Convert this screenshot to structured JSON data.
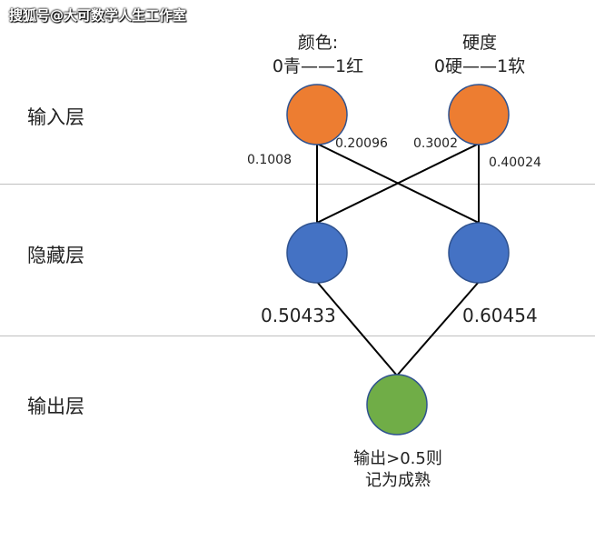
{
  "watermark": "搜狐号@大可数学人生工作室",
  "layers": {
    "input": "输入层",
    "hidden": "隐藏层",
    "output": "输出层"
  },
  "features": {
    "color": {
      "line1": "颜色:",
      "line2": "0青——1红"
    },
    "hardness": {
      "line1": "硬度",
      "line2": "0硬——1软"
    }
  },
  "weights": {
    "w_color_hidden1": "0.1008",
    "w_color_hidden2": "0.20096",
    "w_hard_hidden1": "0.3002",
    "w_hard_hidden2": "0.40024",
    "w_hidden1_out": "0.50433",
    "w_hidden2_out": "0.60454"
  },
  "output_note": {
    "line1": "输出>0.5则",
    "line2": "记为成熟"
  },
  "colors": {
    "input_node": "#ED7D31",
    "hidden_node": "#4472C4",
    "output_node": "#70AD47",
    "node_stroke": "#2F528F",
    "edge": "#000000",
    "separator": "#BFBFBF"
  }
}
